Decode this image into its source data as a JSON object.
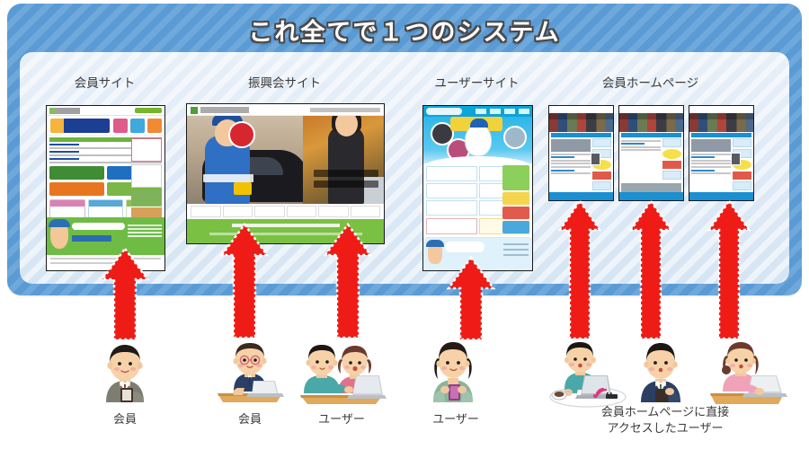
{
  "diagram": {
    "title": "これ全てで１つのシステム",
    "frame_color": "#5a9bd5",
    "panel_color": "#dde9f6",
    "arrow_color": "#ee1b16"
  },
  "columns": [
    {
      "label": "会員サイト",
      "screenshot": "toolbox-member-site"
    },
    {
      "label": "振興会サイト",
      "screenshot": "promotion-association-site"
    },
    {
      "label": "ユーザーサイト",
      "screenshot": "user-site"
    },
    {
      "label": "会員ホームページ",
      "screenshot": "member-homepage-set"
    }
  ],
  "actors": [
    {
      "caption": "会員",
      "figure": "businessman-with-clipboard"
    },
    {
      "caption": "会員",
      "figure": "man-glasses-at-laptop"
    },
    {
      "caption": "ユーザー",
      "figure": "couple-at-laptop"
    },
    {
      "caption": "ユーザー",
      "figure": "woman-with-book"
    },
    {
      "caption": "",
      "figure": "man-at-laptop-with-wifi"
    },
    {
      "caption": "",
      "figure": "businessman-navy-suit"
    },
    {
      "caption": "",
      "figure": "woman-pink-at-laptop"
    }
  ],
  "direct_access_caption": {
    "line1": "会員ホームページに直接",
    "line2": "アクセスしたユーザー"
  },
  "arrows": [
    {
      "name": "arrow-member-to-member-site"
    },
    {
      "name": "arrow-member-to-promotion-site-left"
    },
    {
      "name": "arrow-user-to-promotion-site-right"
    },
    {
      "name": "arrow-user-to-user-site"
    },
    {
      "name": "arrow-visitor-to-homepage-1"
    },
    {
      "name": "arrow-visitor-to-homepage-2"
    },
    {
      "name": "arrow-visitor-to-homepage-3"
    }
  ]
}
